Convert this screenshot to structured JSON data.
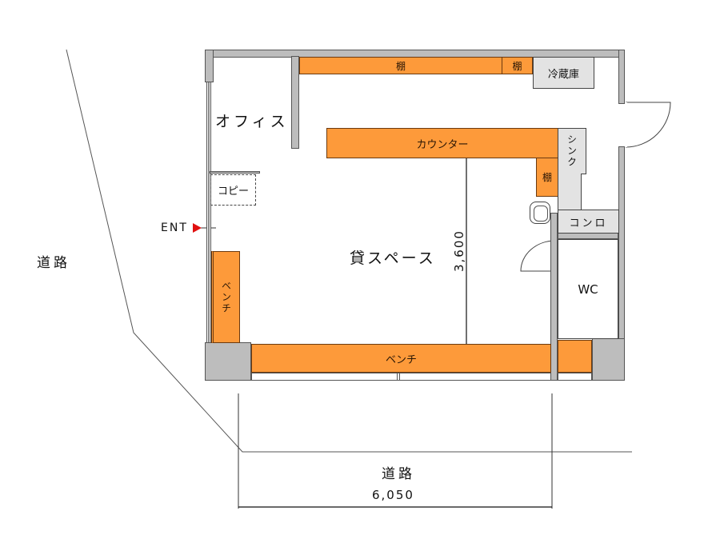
{
  "plan": {
    "labels": {
      "office": "オフィス",
      "shelf_top_long": "棚",
      "shelf_top_short": "棚",
      "refrigerator": "冷蔵庫",
      "counter": "カウンター",
      "sink": "シンク",
      "shelf_side": "棚",
      "copy": "コピー",
      "stove": "コンロ",
      "rental_space": "貸スペース",
      "bench_left": "ベンチ",
      "bench_bottom": "ベンチ",
      "wc": "WC",
      "entrance": "ENT",
      "road_left": "道路",
      "road_bottom": "道路"
    },
    "dimensions": {
      "depth": "3,600",
      "width": "6,050"
    },
    "colors": {
      "furniture": "#fd9a3a",
      "wall": "#bdbdbd",
      "fixture": "#e3e3e3",
      "entrance_marker": "#e01010"
    }
  }
}
